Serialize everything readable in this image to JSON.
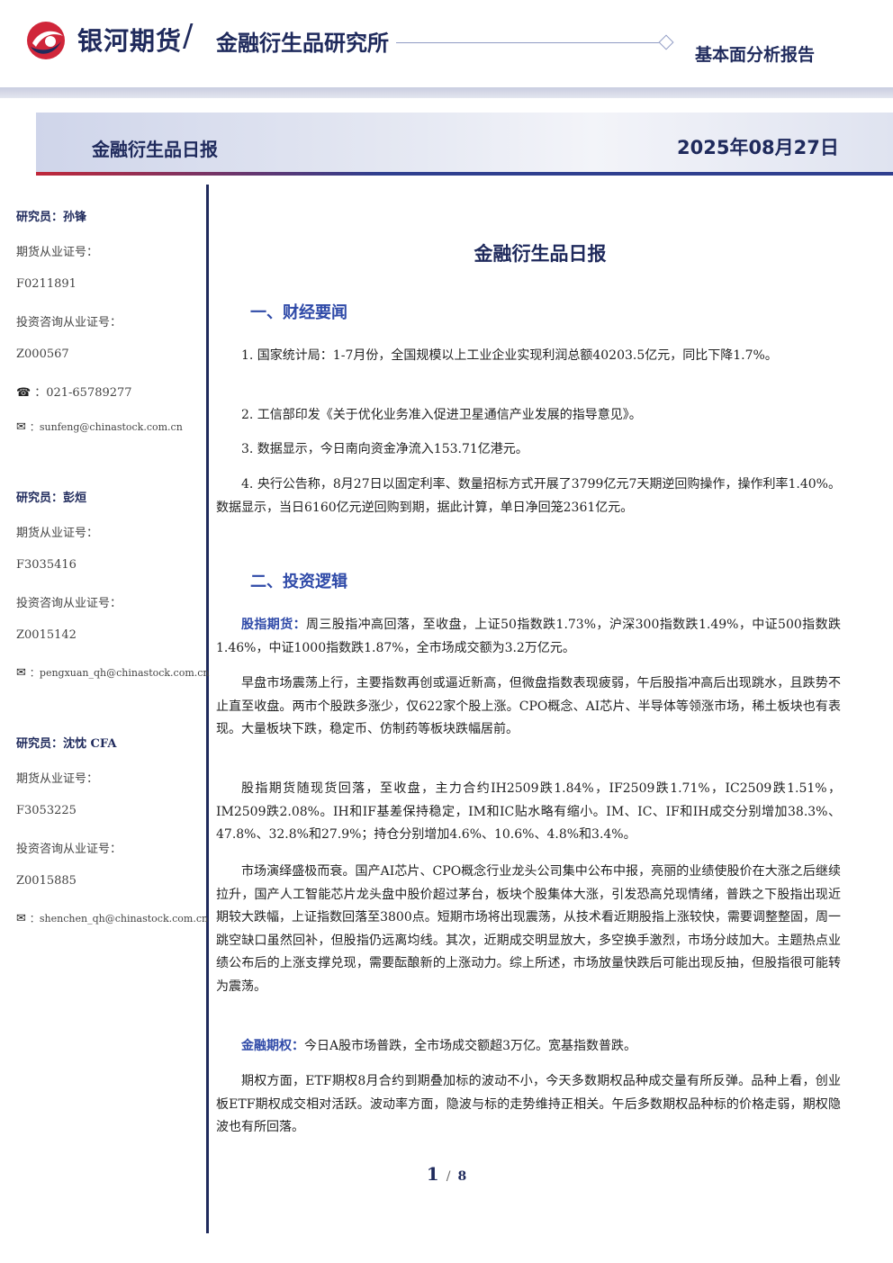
{
  "header": {
    "brand": "银河期货",
    "slash": "/",
    "institute": "金融衍生品研究所",
    "report_type": "基本面分析报告"
  },
  "title_band": {
    "title": "金融衍生品日报",
    "date": "2025年08月27日"
  },
  "researchers": [
    {
      "label": "研究员：孙锋",
      "futures_cert_label": "期货从业证号：",
      "futures_cert": "F0211891",
      "consult_cert_label": "投资咨询从业证号：",
      "consult_cert": "Z000567",
      "phone_suffix": "：021-65789277",
      "email_suffix": "：sunfeng@chinastock.com.cn"
    },
    {
      "label": "研究员：彭烜",
      "futures_cert_label": "期货从业证号：",
      "futures_cert": "F3035416",
      "consult_cert_label": "投资咨询从业证号：",
      "consult_cert": "Z0015142",
      "email_suffix": "：pengxuan_qh@chinastock.com.cn"
    },
    {
      "label": "研究员：沈忱 CFA",
      "futures_cert_label": "期货从业证号：",
      "futures_cert": "F3053225",
      "consult_cert_label": "投资咨询从业证号：",
      "consult_cert": "Z0015885",
      "email_suffix": "：shenchen_qh@chinastock.com.cn"
    }
  ],
  "main": {
    "title": "金融衍生品日报",
    "section1": "一、财经要闻",
    "news": [
      "1. 国家统计局：1-7月份，全国规模以上工业企业实现利润总额40203.5亿元，同比下降1.7%。",
      "2. 工信部印发《关于优化业务准入促进卫星通信产业发展的指导意见》。",
      "3. 数据显示，今日南向资金净流入153.71亿港元。",
      "4. 央行公告称，8月27日以固定利率、数量招标方式开展了3799亿元7天期逆回购操作，操作利率1.40%。数据显示，当日6160亿元逆回购到期，据此计算，单日净回笼2361亿元。"
    ],
    "section2": "二、投资逻辑",
    "stock_label": "股指期货：",
    "stock_p1": "周三股指冲高回落，至收盘，上证50指数跌1.73%，沪深300指数跌1.49%，中证500指数跌1.46%，中证1000指数跌1.87%，全市场成交额为3.2万亿元。",
    "stock_p2": "早盘市场震荡上行，主要指数再创或逼近新高，但微盘指数表现疲弱，午后股指冲高后出现跳水，且跌势不止直至收盘。两市个股跌多涨少，仅622家个股上涨。CPO概念、AI芯片、半导体等领涨市场，稀土板块也有表现。大量板块下跌，稳定币、仿制药等板块跌幅居前。",
    "stock_p3": "股指期货随现货回落，至收盘，主力合约IH2509跌1.84%，IF2509跌1.71%，IC2509跌1.51%，IM2509跌2.08%。IH和IF基差保持稳定，IM和IC贴水略有缩小。IM、IC、IF和IH成交分别增加38.3%、47.8%、32.8%和27.9%；持仓分别增加4.6%、10.6%、4.8%和3.4%。",
    "stock_p4": "市场演绎盛极而衰。国产AI芯片、CPO概念行业龙头公司集中公布中报，亮丽的业绩使股价在大涨之后继续拉升，国产人工智能芯片龙头盘中股价超过茅台，板块个股集体大涨，引发恐高兑现情绪，普跌之下股指出现近期较大跌幅，上证指数回落至3800点。短期市场将出现震荡，从技术看近期股指上涨较快，需要调整整固，周一跳空缺口虽然回补，但股指仍远离均线。其次，近期成交明显放大，多空换手激烈，市场分歧加大。主题热点业绩公布后的上涨支撑兑现，需要酝酿新的上涨动力。综上所述，市场放量快跌后可能出现反抽，但股指很可能转为震荡。",
    "fin_label": "金融期权：",
    "fin_p1": "今日A股市场普跌，全市场成交额超3万亿。宽基指数普跌。",
    "fin_p2": "期权方面，ETF期权8月合约到期叠加标的波动不小，今天多数期权品种成交量有所反弹。品种上看，创业板ETF期权成交相对活跃。波动率方面，隐波与标的走势维持正相关。午后多数期权品种标的价格走弱，期权隐波也有所回落。"
  },
  "page": {
    "current": "1",
    "separator": "/",
    "total": "8"
  },
  "colors": {
    "navy": "#1f2a5c",
    "accent_blue": "#2f4aa8",
    "logo_red": "#d0263a"
  }
}
